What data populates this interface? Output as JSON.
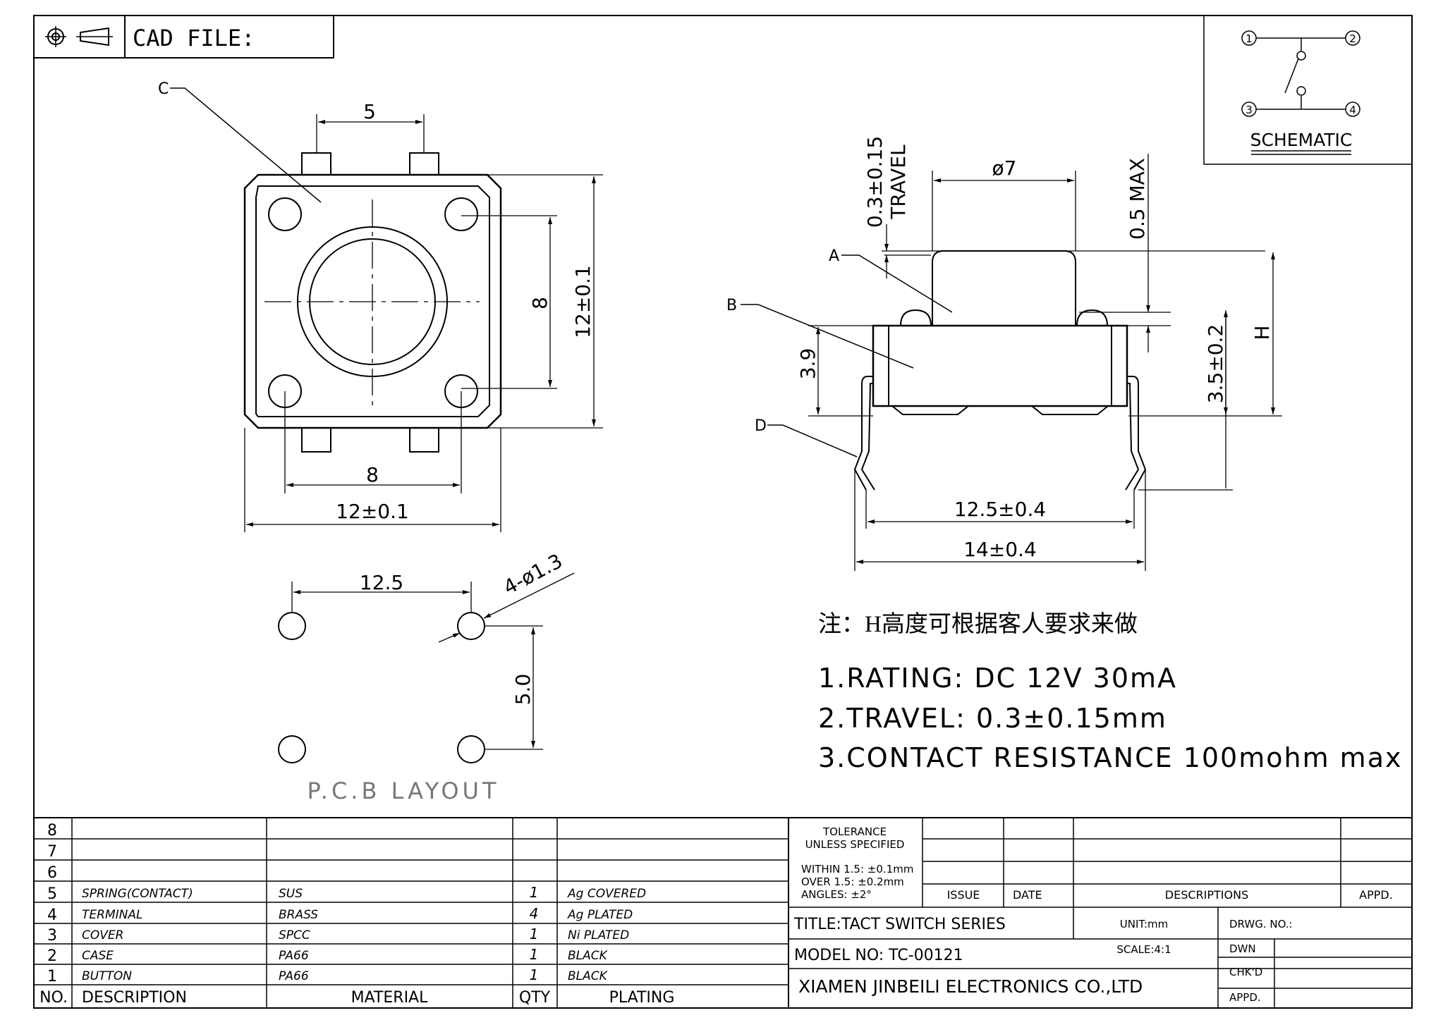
{
  "titlebox": {
    "cad_file": "CAD FILE:"
  },
  "schematic": {
    "label": "SCHEMATIC",
    "pins": [
      "1",
      "2",
      "3",
      "4"
    ]
  },
  "top_view": {
    "c_label": "C",
    "dim_pin_pitch_top": "5",
    "dim_pin_pitch_bottom": "8",
    "dim_width": "12±0.1",
    "dim_inner_height": "8",
    "dim_height": "12±0.1"
  },
  "side_view": {
    "travel": "0.3±0.15",
    "travel_label": "TRAVEL",
    "dia": "ø7",
    "max": "0.5 MAX",
    "label_a": "A",
    "label_b": "B",
    "label_d": "D",
    "dim_39": "3.9",
    "dim_35": "3.5±0.2",
    "dim_h": "H",
    "dim_125": "12.5±0.4",
    "dim_14": "14±0.4"
  },
  "pcb": {
    "dim_125": "12.5",
    "dim_hole": "4-ø1.3",
    "dim_50": "5.0",
    "title": "P.C.B LAYOUT"
  },
  "notes": {
    "cn": "注：H高度可根据客人要求来做",
    "rating": "1.RATING:  DC 12V  30mA",
    "travel": "2.TRAVEL:  0.3±0.15mm",
    "resistance": "3.CONTACT RESISTANCE 100mohm max"
  },
  "bom": {
    "rows": [
      {
        "no": "8",
        "desc": "",
        "mat": "",
        "qty": "",
        "plating": ""
      },
      {
        "no": "7",
        "desc": "",
        "mat": "",
        "qty": "",
        "plating": ""
      },
      {
        "no": "6",
        "desc": "",
        "mat": "",
        "qty": "",
        "plating": ""
      },
      {
        "no": "5",
        "desc": "SPRING(CONTACT)",
        "mat": "SUS",
        "qty": "1",
        "plating": "Ag COVERED"
      },
      {
        "no": "4",
        "desc": "TERMINAL",
        "mat": "BRASS",
        "qty": "4",
        "plating": "Ag PLATED"
      },
      {
        "no": "3",
        "desc": "COVER",
        "mat": "SPCC",
        "qty": "1",
        "plating": "Ni PLATED"
      },
      {
        "no": "2",
        "desc": "CASE",
        "mat": "PA66",
        "qty": "1",
        "plating": "BLACK"
      },
      {
        "no": "1",
        "desc": "BUTTON",
        "mat": "PA66",
        "qty": "1",
        "plating": "BLACK"
      }
    ],
    "header": {
      "no": "NO.",
      "desc": "DESCRIPTION",
      "mat": "MATERIAL",
      "qty": "QTY",
      "plating": "PLATING"
    }
  },
  "tblock": {
    "tol1": "TOLERANCE",
    "tol2": "UNLESS SPECIFIED",
    "within": "WITHIN 1.5: ±0.1mm",
    "over": "OVER 1.5:  ±0.2mm",
    "angles": "ANGLES: ±2°",
    "issue": "ISSUE",
    "date": "DATE",
    "descriptions": "DESCRIPTIONS",
    "appd": "APPD.",
    "title": "TITLE:TACT SWITCH SERIES",
    "unit": "UNIT:mm",
    "drwg": "DRWG. NO.:",
    "model": "MODEL NO: TC-00121",
    "scale": "SCALE:4:1",
    "dwn": "DWN",
    "chkd": "CHK'D",
    "appd2": "APPD.",
    "company": "XIAMEN JINBEILI ELECTRONICS CO.,LTD"
  }
}
